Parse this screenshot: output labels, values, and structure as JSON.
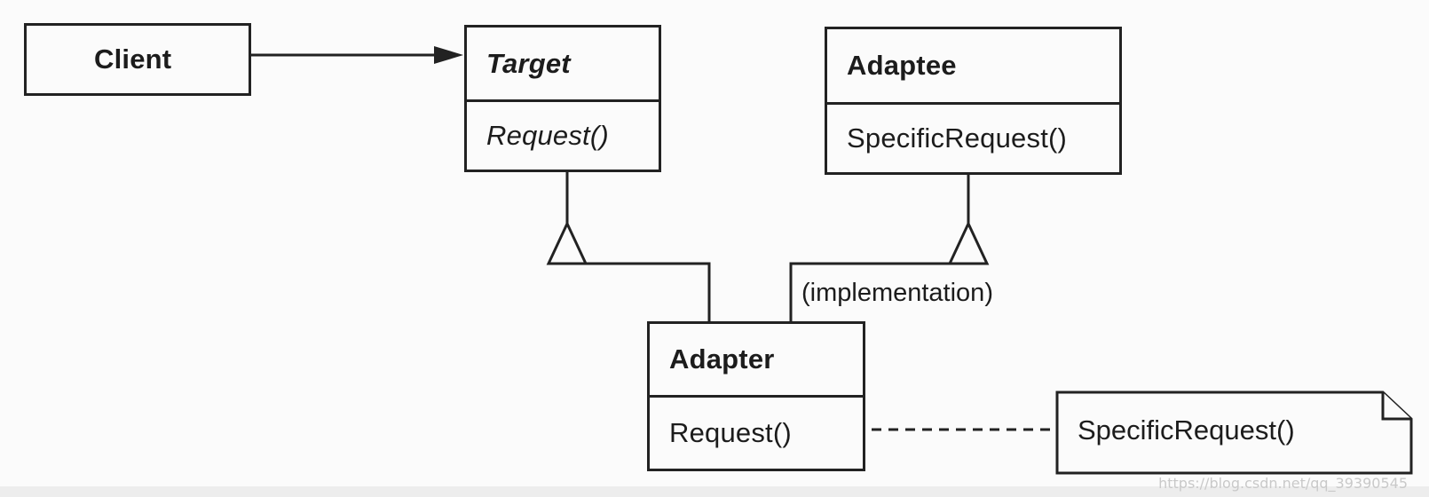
{
  "diagram": {
    "client": {
      "title": "Client"
    },
    "target": {
      "title": "Target",
      "operation": "Request()"
    },
    "adaptee": {
      "title": "Adaptee",
      "operation": "SpecificRequest()"
    },
    "adapter": {
      "title": "Adapter",
      "operation": "Request()"
    },
    "note": {
      "text": "SpecificRequest()"
    },
    "relation_label": "(implementation)"
  },
  "watermark": "https://blog.csdn.net/qq_39390545",
  "colors": {
    "ink": "#222222",
    "paper": "#fbfbfb",
    "watermark": "#c9c9c9"
  }
}
